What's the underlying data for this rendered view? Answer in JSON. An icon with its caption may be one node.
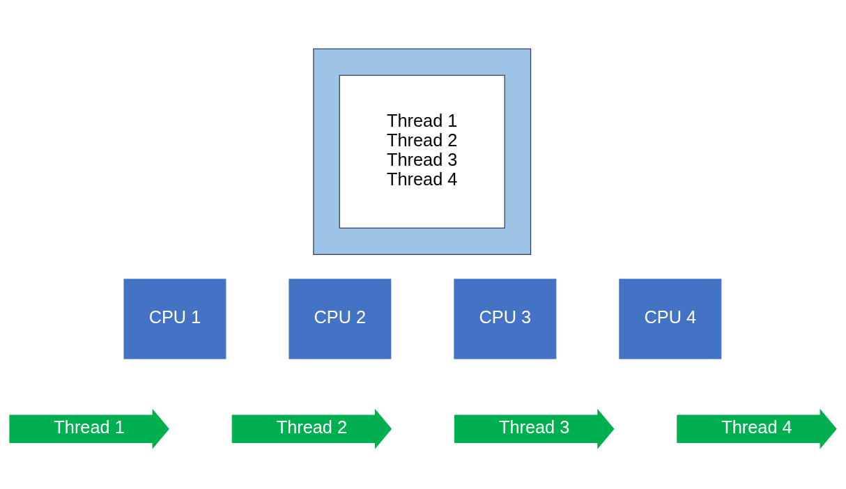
{
  "diagram": {
    "nodes": [
      {
        "text": [],
        "shape": "box"
      },
      {
        "text": [
          "Thread 1",
          "Thread 2",
          "Thread 3",
          "Thread 4"
        ],
        "in": 0
      },
      {
        "text": [
          "CPU 1"
        ]
      },
      {
        "text": [
          "CPU 2"
        ]
      },
      {
        "text": [
          "CPU 3"
        ]
      },
      {
        "text": [
          "CPU 4"
        ]
      },
      {
        "text": [
          "Thread 1"
        ]
      },
      {
        "text": [
          "Thread 2"
        ]
      },
      {
        "text": [
          "Thread 3"
        ]
      },
      {
        "text": [
          "Thread 4"
        ]
      }
    ]
  }
}
